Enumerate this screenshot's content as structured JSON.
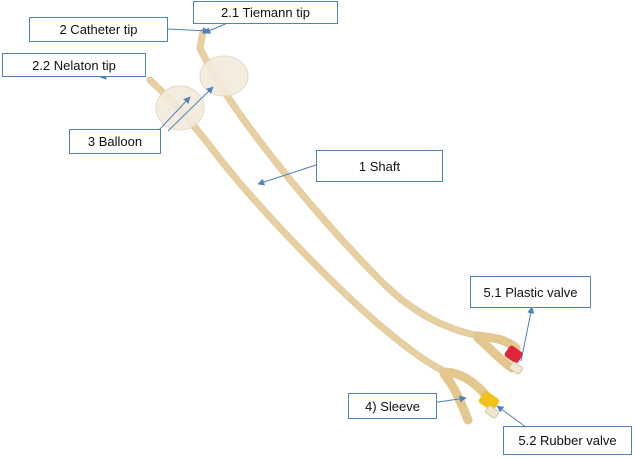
{
  "labels": {
    "catheter_tip": "2 Catheter tip",
    "tiemann_tip": "2.1 Tiemann tip",
    "nelaton_tip": "2.2 Nelaton tip",
    "balloon": "3 Balloon",
    "shaft": "1 Shaft",
    "plastic_valve": "5.1 Plastic valve",
    "sleeve": "4) Sleeve",
    "rubber_valve": "5.2 Rubber valve"
  },
  "colors": {
    "catheter_body": "#e8cf9e",
    "catheter_shade": "#c9a86c",
    "balloon": "#f3ebdc",
    "valve_red": "#e0253a",
    "valve_yellow": "#f2c21a",
    "leader_line": "#4f81bd"
  }
}
